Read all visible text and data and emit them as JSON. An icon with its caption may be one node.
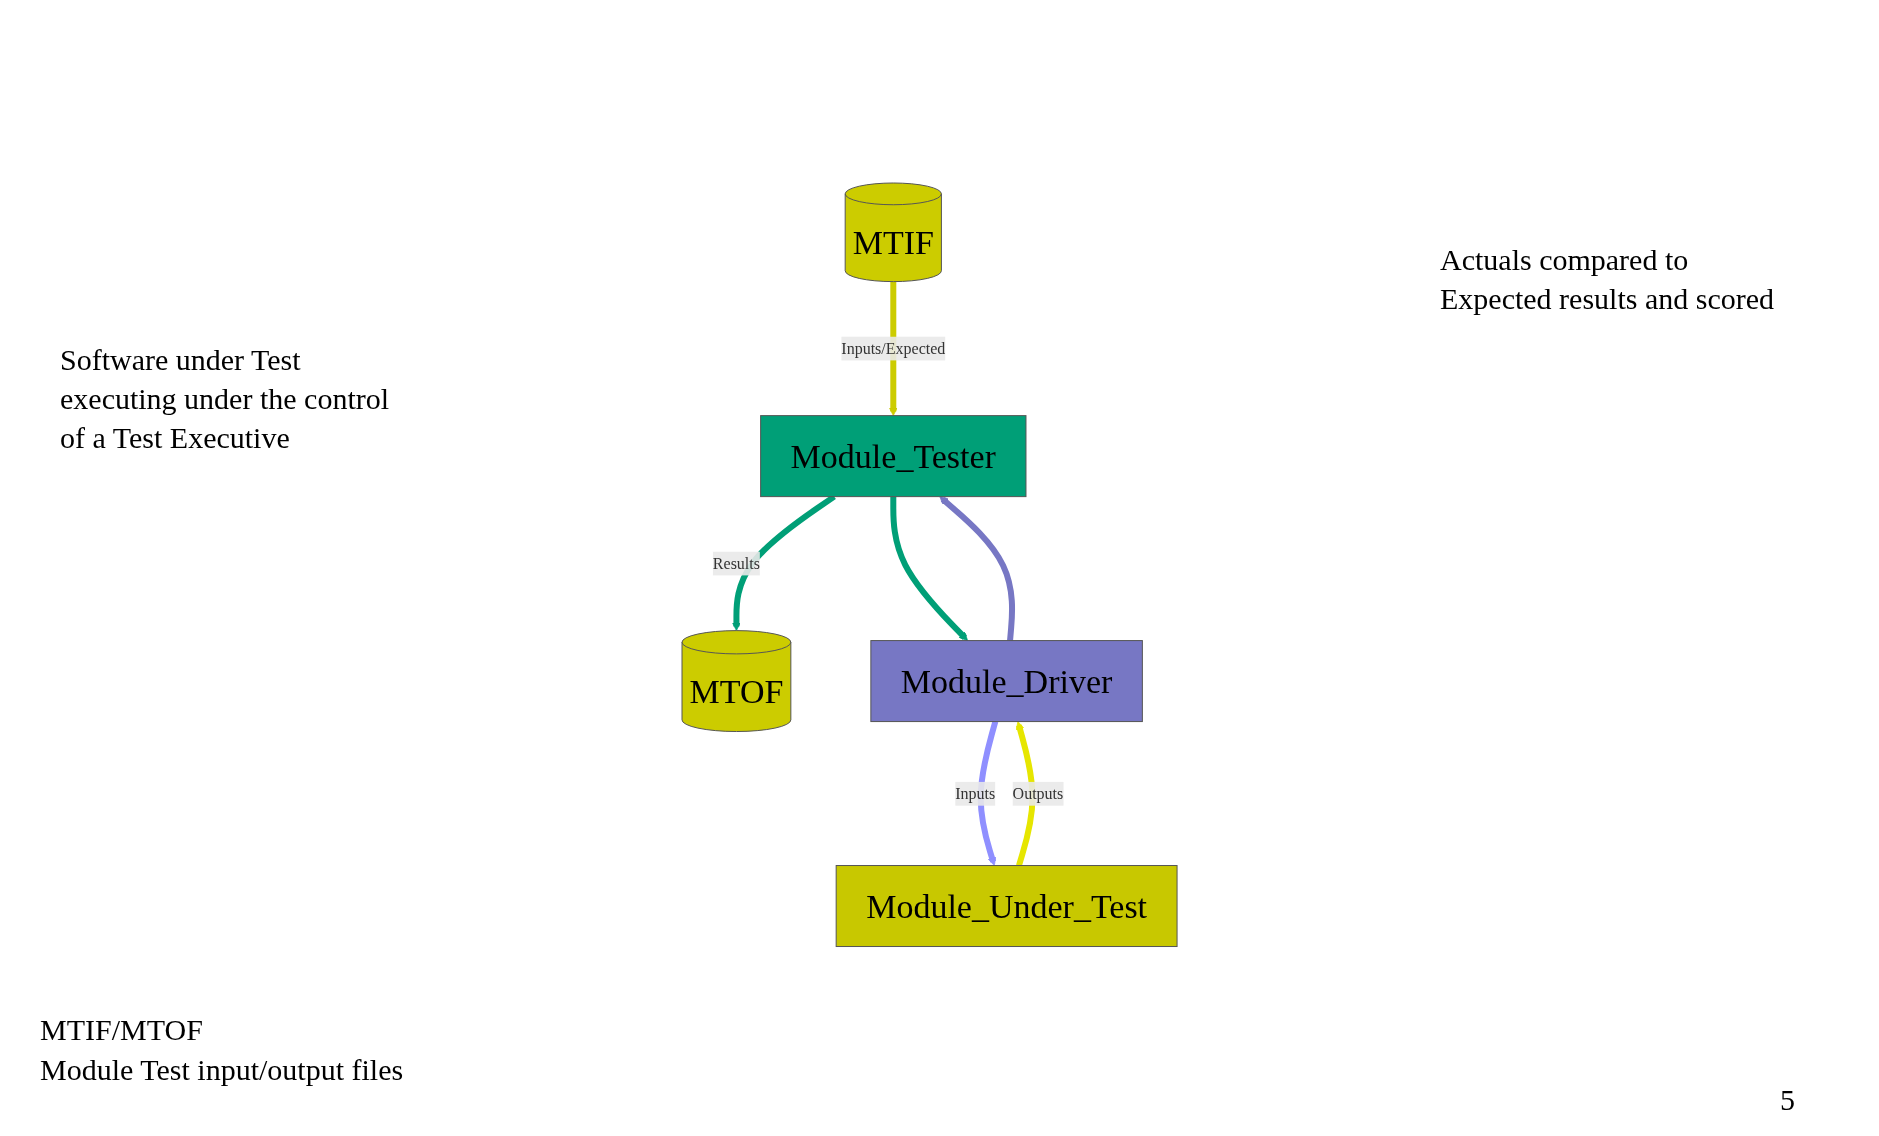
{
  "diagram": {
    "nodes": [
      {
        "text": [
          "MTIF"
        ]
      },
      {
        "text": [
          "Module_Tester"
        ]
      },
      {
        "text": [
          "MTOF"
        ]
      },
      {
        "text": [
          "Module_Driver"
        ]
      },
      {
        "text": [
          "Module_Under_Test"
        ]
      }
    ],
    "edges": [
      {
        "from": 0,
        "to": 1,
        "arrow": "to",
        "label": "Inputs/Expected",
        "color": "#cccc00"
      },
      {
        "from": 1,
        "to": 2,
        "arrow": "to",
        "label": "Results",
        "color": "#009f77"
      },
      {
        "from": 1,
        "to": 3,
        "arrow": "to",
        "color": "#009f77"
      },
      {
        "from": 3,
        "to": 1,
        "arrow": "to",
        "color": "#7777c4"
      },
      {
        "from": 3,
        "to": 4,
        "arrow": "to",
        "label": "Inputs",
        "color": "#8f8fff"
      },
      {
        "from": 4,
        "to": 3,
        "arrow": "to",
        "label": "Outputs",
        "color": "#e6e600"
      }
    ],
    "labels": [
      "Actuals compared to Expected results and scored",
      "Software under Test executing under the control of a Test Executive",
      "MTIF/MTOF",
      "Module Test input/output files",
      "5"
    ]
  }
}
